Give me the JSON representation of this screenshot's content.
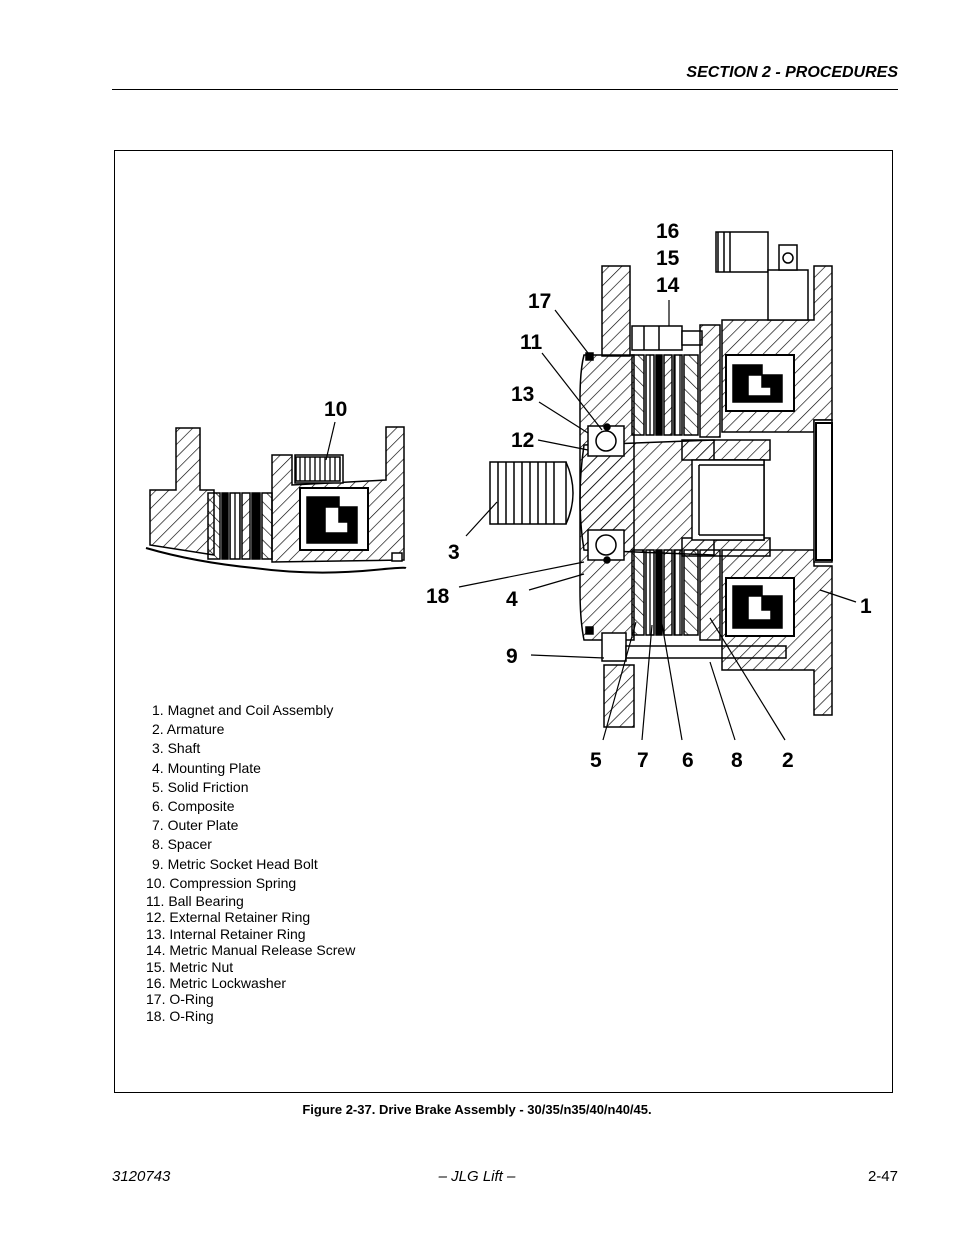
{
  "header": {
    "section": "SECTION 2 - PROCEDURES"
  },
  "callouts": [
    "16",
    "15",
    "14",
    "17",
    "11",
    "13",
    "12",
    "10",
    "3",
    "18",
    "4",
    "1",
    "9",
    "5",
    "7",
    "6",
    "8",
    "2"
  ],
  "legend": [
    "1. Magnet and Coil Assembly",
    "2. Armature",
    "3. Shaft",
    "4. Mounting Plate",
    "5. Solid Friction",
    "6. Composite",
    "7. Outer Plate",
    "8. Spacer",
    "9. Metric Socket Head Bolt",
    "10. Compression Spring",
    "11. Ball Bearing",
    "12. External Retainer Ring",
    "13. Internal Retainer Ring",
    "14. Metric Manual Release Screw",
    "15. Metric Nut",
    "16. Metric Lockwasher",
    "17. O-Ring",
    "18. O-Ring"
  ],
  "caption": "Figure 2-37.  Drive Brake Assembly - 30/35/n35/40/n40/45.",
  "footer": {
    "doc_number": "3120743",
    "center": "– JLG Lift –",
    "page": "2-47"
  }
}
